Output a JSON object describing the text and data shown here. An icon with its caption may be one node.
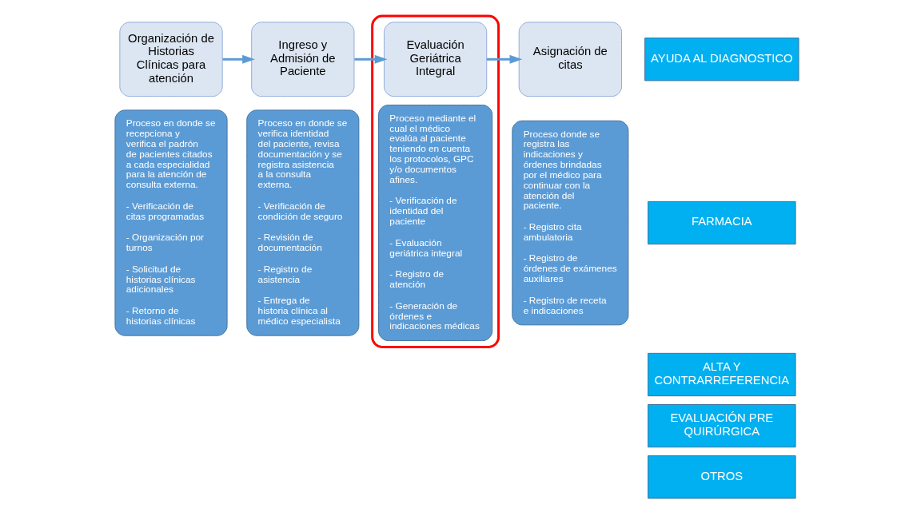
{
  "diagram": {
    "nodes": [
      {
        "text": [
          "Organización de Historias Clínicas para atención"
        ]
      },
      {
        "text": [
          "Proceso en donde se recepciona y verifica el padrón de pacientes citados a cada especialidad para la atención de consulta externa.",
          "- Verificación de citas programadas",
          "- Organización por turnos",
          "- Solicitud de historias clínicas adicionales",
          "- Retorno de historias clínicas"
        ]
      },
      {
        "text": [
          "Ingreso y Admisión de Paciente"
        ]
      },
      {
        "text": [
          "Proceso en donde se verifica identidad del paciente, revisa documentación y se registra asistencia a la consulta externa.",
          "- Verificación de condición de seguro",
          "- Revisión de documentación",
          "- Registro de asistencia",
          "- Entrega de historia clínica al médico especialista"
        ]
      },
      {
        "text": [],
        "shape": "box"
      },
      {
        "text": [
          "Evaluación Geriátrica Integral"
        ],
        "in": 4
      },
      {
        "text": [
          "Proceso mediante el cual el médico evalúa al paciente teniendo en cuenta los protocolos, GPC y/o documentos afines.",
          "- Verificación de identidad del paciente",
          "- Evaluación geriátrica integral",
          "- Registro de atención",
          "- Generación de órdenes e indicaciones médicas"
        ],
        "in": 4
      },
      {
        "text": [
          "Asignación de citas"
        ]
      },
      {
        "text": [
          "Proceso donde se registra las indicaciones y órdenes brindadas por el médico para continuar con la atención del paciente.",
          "- Registro cita ambulatoria",
          "- Registro de órdenes de exámenes auxiliares",
          "- Registro de receta e indicaciones"
        ]
      },
      {
        "text": [
          "AYUDA AL DIAGNOSTICO"
        ]
      },
      {
        "text": [
          "FARMACIA"
        ]
      },
      {
        "text": [
          "ALTA Y CONTRARREFERENCIA"
        ]
      },
      {
        "text": [
          "EVALUACIÓN PRE QUIRÚRGICA"
        ]
      },
      {
        "text": [
          "OTROS"
        ]
      }
    ],
    "edges": [
      {
        "from": 0,
        "to": 2,
        "arrow": "to"
      },
      {
        "from": 2,
        "to": 5,
        "arrow": "to"
      },
      {
        "from": 5,
        "to": 7,
        "arrow": "to"
      }
    ]
  }
}
